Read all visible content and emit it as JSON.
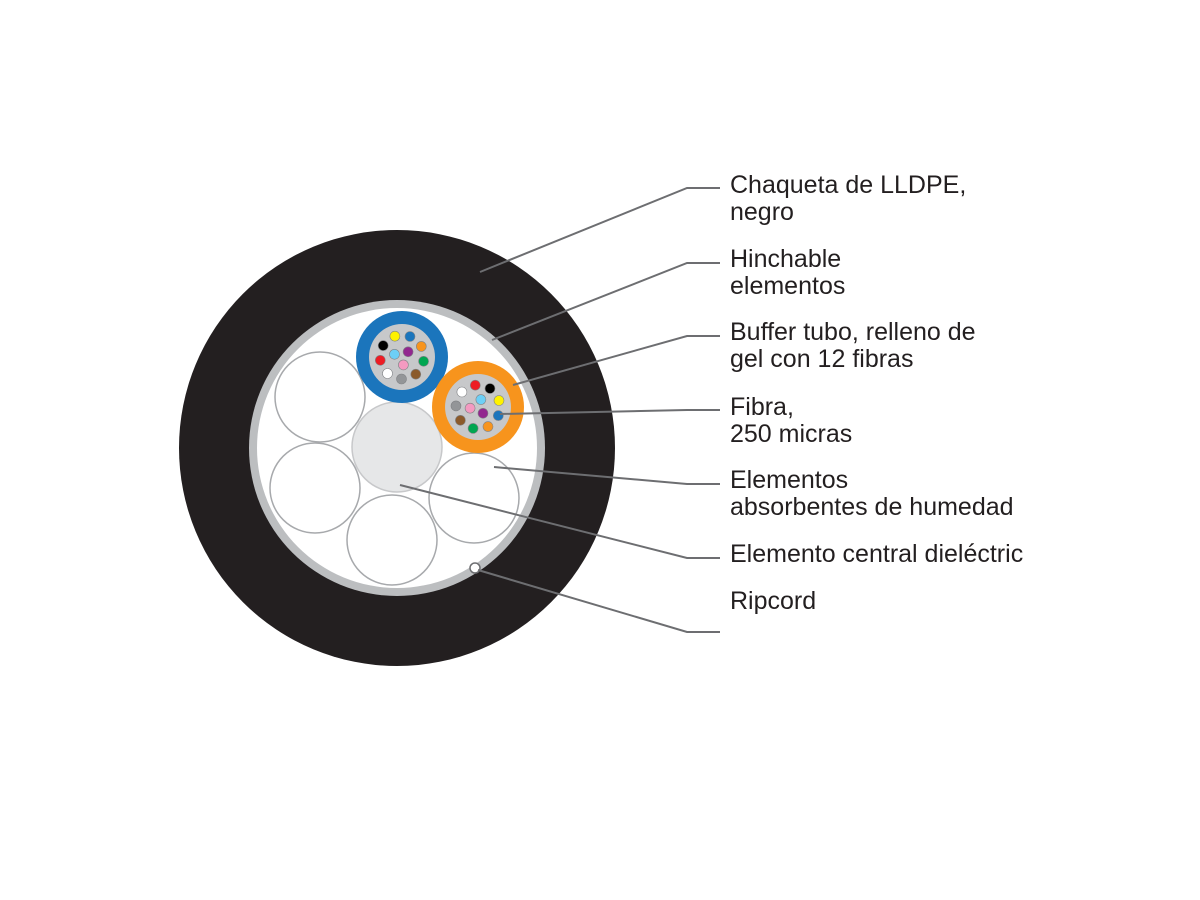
{
  "labels": {
    "jacket": {
      "line1": "Chaqueta de LLDPE,",
      "line2": "negro"
    },
    "swellable": {
      "line1": "Hinchable",
      "line2": "elementos"
    },
    "buffer_tube": {
      "line1": "Buffer tubo, relleno de",
      "line2": "gel con 12 fibras"
    },
    "fiber": {
      "line1": "Fibra,",
      "line2": "250 micras"
    },
    "absorbent": {
      "line1": "Elementos",
      "line2": "absorbentes de humedad"
    },
    "central_member": {
      "line1": "Elemento central dieléctric"
    },
    "ripcord": {
      "line1": "Ripcord"
    }
  },
  "colors": {
    "jacket": "#231f20",
    "swellable_ring": "#bcbec0",
    "core_fill": "#ffffff",
    "tube_blue": "#1b75bc",
    "tube_orange": "#f7941d",
    "gel": "#c7c8ca",
    "central_member": "#e6e7e8",
    "leader_line": "#6d6e71",
    "text": "#231f20"
  },
  "fiber_colors": [
    "#1b75bc",
    "#f7941d",
    "#00a651",
    "#8b5a2b",
    "#939598",
    "#ffffff",
    "#ed1c24",
    "#000000",
    "#fff200",
    "#92278f",
    "#f49ac1",
    "#6dcff6"
  ]
}
